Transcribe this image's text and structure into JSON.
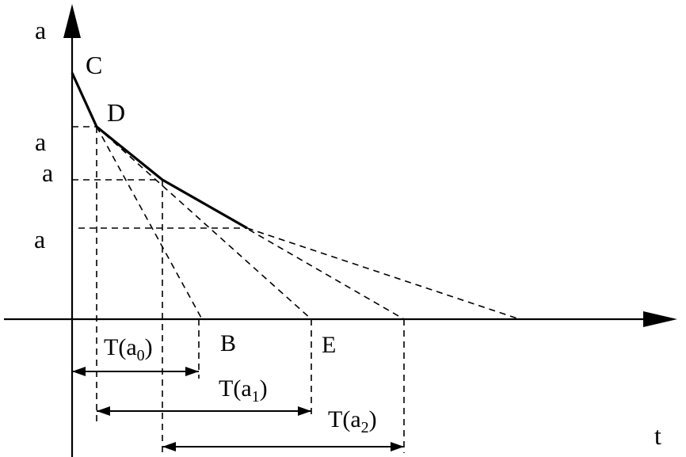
{
  "axes": {
    "y_label": "a",
    "x_label": "t"
  },
  "points": {
    "C": "C",
    "D": "D",
    "B": "B",
    "E": "E"
  },
  "level_labels": [
    "a",
    "a",
    "a"
  ],
  "intervals": [
    {
      "base": "T(a",
      "sub": "0",
      "close": ")"
    },
    {
      "base": "T(a",
      "sub": "1",
      "close": ")"
    },
    {
      "base": "T(a",
      "sub": "2",
      "close": ")"
    }
  ],
  "colors": {
    "ink": "#000000",
    "background": "#ffffff"
  }
}
